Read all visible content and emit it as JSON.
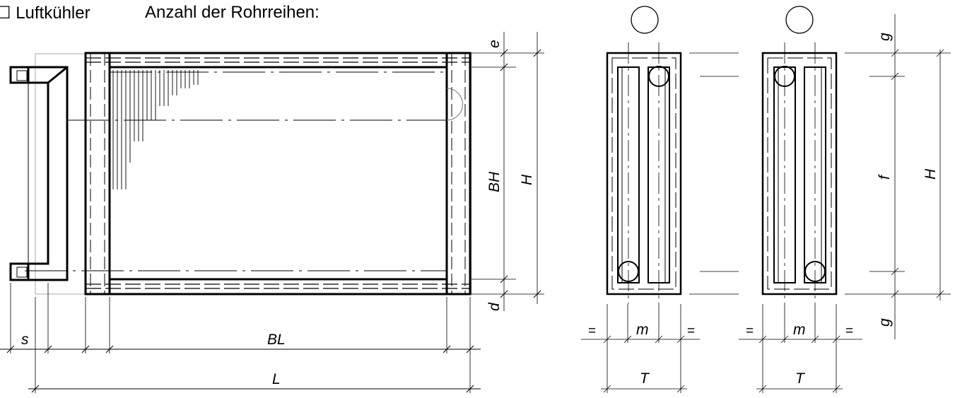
{
  "header": {
    "checkbox_label": "Luftkühler",
    "rows_label": "Anzahl der Rohrreihen:"
  },
  "front_view": {
    "labels": {
      "e": "e",
      "d": "d",
      "BH": "BH",
      "H": "H",
      "s": "s",
      "BL": "BL",
      "L": "L"
    }
  },
  "side_view_left": {
    "labels": {
      "eq_left": "=",
      "m": "m",
      "eq_right": "=",
      "T": "T"
    }
  },
  "side_view_right": {
    "labels": {
      "eq_left": "=",
      "m": "m",
      "eq_right": "=",
      "T": "T",
      "g_top": "g",
      "f": "f",
      "H": "H",
      "g_bottom": "g"
    }
  }
}
